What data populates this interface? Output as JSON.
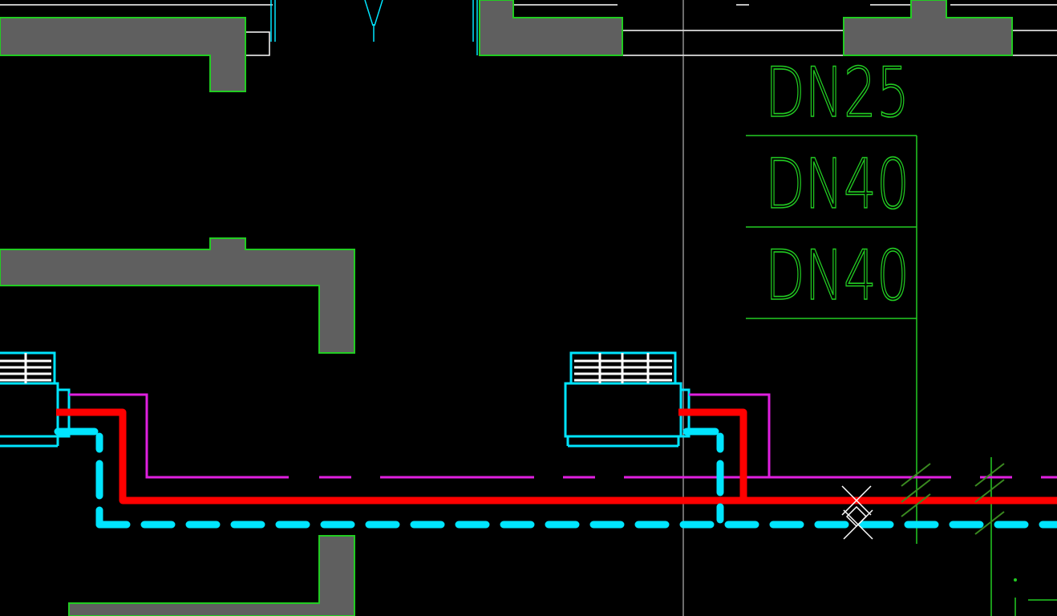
{
  "drawing": {
    "background_color": "#000000",
    "colors": {
      "wall_fill": "#5f5f5f",
      "wall_outline": "#22cc22",
      "label_green": "#22cc22",
      "cyan": "#00e5ff",
      "red": "#ff0000",
      "magenta": "#e020e0",
      "white": "#ffffff"
    },
    "pipe_labels": [
      {
        "text": "DN25"
      },
      {
        "text": "DN40"
      },
      {
        "text": "DN40"
      }
    ],
    "cursor": {
      "icon": "crosshair-cursor-icon"
    }
  }
}
